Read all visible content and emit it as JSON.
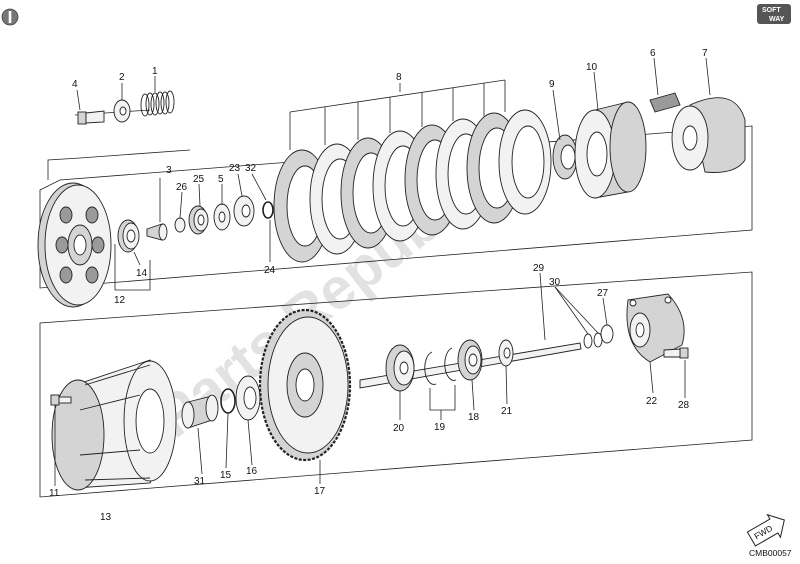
{
  "diagram": {
    "diagram_code": "CMB00057",
    "watermark_text": "Parts Republic",
    "logo_text": [
      "SOFT",
      "WAY"
    ],
    "fwd_label": "FWD",
    "callouts": [
      "1",
      "2",
      "3",
      "4",
      "5",
      "6",
      "7",
      "8",
      "9",
      "10",
      "11",
      "12",
      "13",
      "14",
      "15",
      "16",
      "17",
      "18",
      "19",
      "20",
      "21",
      "22",
      "23",
      "24",
      "25",
      "26",
      "27",
      "28",
      "29",
      "30",
      "31",
      "32"
    ]
  }
}
